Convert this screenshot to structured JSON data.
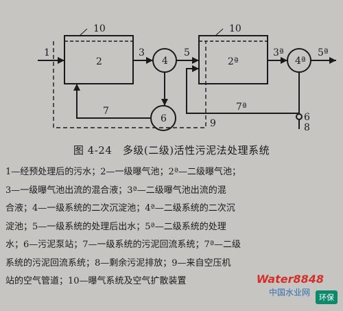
{
  "diagram": {
    "labels": {
      "n1": "1",
      "n2": "2",
      "n3": "3",
      "n4": "4",
      "n5": "5",
      "n2b": "2ª",
      "n3b": "3ª",
      "n4b": "4ª",
      "n5b": "5ª",
      "n6": "6",
      "n7": "7",
      "n7b": "7ª",
      "n8": "8",
      "n9": "9",
      "n10a": "10",
      "n10b": "10",
      "n6b": "6"
    }
  },
  "caption": "图 4-24　多级(二级)活性污泥法处理系统",
  "legend_lines": [
    "1—经预处理后的污水；2—一级曝气池；2ª—二级曝气池；",
    "3—一级曝气池出流的混合液；3ª—二级曝气池出流的混",
    "合液；4—一级系统的二次沉淀池；4ª—二级系统的二次沉",
    "淀池；5—一级系统的处理后出水；5ª—二级系统的处理",
    "水；6—污泥泵站；7—一级系统的污泥回流系统；7ª—二级",
    "系统的污泥回流系统；8—剩余污泥排放；9—来自空压机",
    "站的空气管道；10—曝气系统及空气扩散装置"
  ],
  "watermark": {
    "brand": "Water8848",
    "sub": "中国水业网",
    "badge": "环保"
  }
}
